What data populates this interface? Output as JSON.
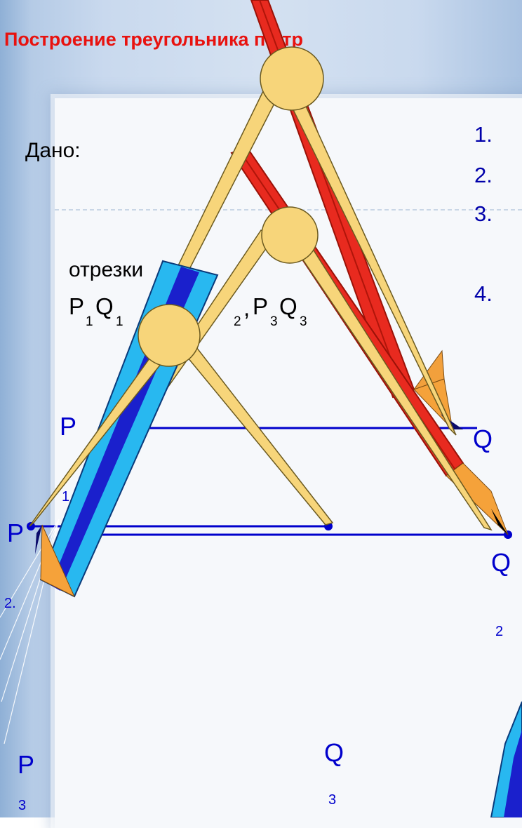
{
  "title": "Построение треугольника по тр",
  "given": {
    "label": "Дано:",
    "segments_word": "отрезки",
    "segments": {
      "p1": "P",
      "s1": "1",
      "q1": "Q",
      "s1b": "1",
      "c2": "2",
      "comma2": ",",
      "p3": "P",
      "s3": "3",
      "q3": "Q",
      "s3b": "3"
    }
  },
  "steps": [
    "1.",
    "2.",
    "3.",
    "4."
  ],
  "points": {
    "P1": {
      "letter": "P",
      "index": "1"
    },
    "Q1": {
      "letter": "Q"
    },
    "P2": {
      "letter": "P",
      "index": "2."
    },
    "Q2": {
      "letter": "Q",
      "index": "2"
    },
    "P3": {
      "letter": "P",
      "index": "3"
    },
    "Q3": {
      "letter": "Q",
      "index": "3"
    }
  },
  "colors": {
    "title": "#e8120f",
    "segment": "#0000cc",
    "compass": "#f7d57a",
    "pencil_red": "#e82a1f",
    "pencil_blue": "#28b8f0"
  },
  "icons": [
    "compass-icon",
    "red-pencil-icon",
    "blue-pencil-icon"
  ]
}
